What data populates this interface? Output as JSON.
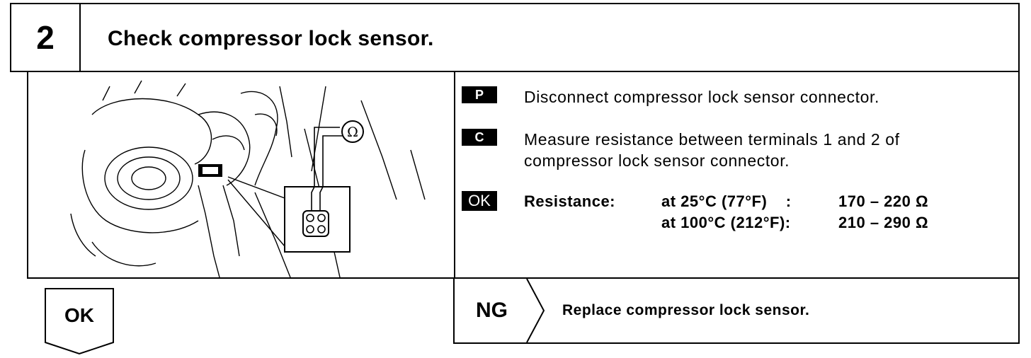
{
  "header": {
    "step_number": "2",
    "title": "Check compressor lock sensor."
  },
  "illustration": {
    "meter_symbol": "Ω"
  },
  "instructions": {
    "p_tag": "P",
    "p_text": "Disconnect compressor lock sensor connector.",
    "c_tag": "C",
    "c_text_line1": "Measure resistance between terminals 1 and 2 of",
    "c_text_line2": "compressor lock sensor connector.",
    "ok_tag": "OK",
    "resistance_label": "Resistance:",
    "spec": [
      {
        "condition": "at 25°C (77°F)",
        "separator": ":",
        "value": "170 – 220 Ω"
      },
      {
        "condition": "at 100°C (212°F):",
        "separator": "",
        "value": "210 – 290 Ω"
      }
    ]
  },
  "results": {
    "ok_label": "OK",
    "ng_label": "NG",
    "ng_action": "Replace compressor lock sensor."
  }
}
